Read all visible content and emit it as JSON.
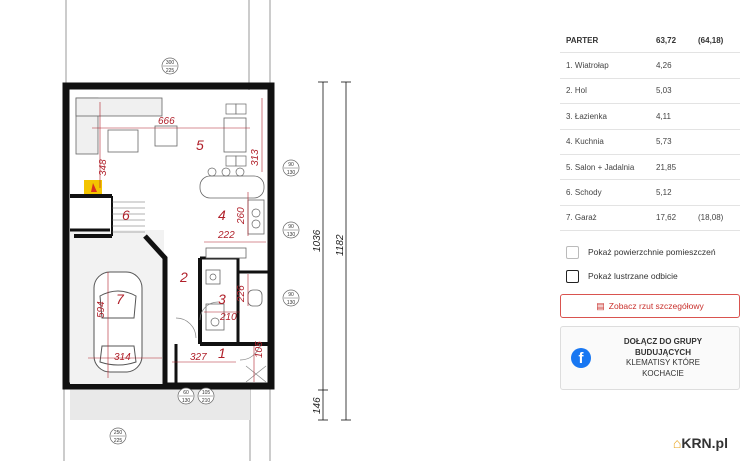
{
  "plan": {
    "room_numbers": [
      "5",
      "4",
      "6",
      "7",
      "2",
      "3",
      "1"
    ],
    "dims": {
      "d666": "666",
      "d348": "348",
      "d313": "313",
      "d260": "260",
      "d222": "222",
      "d226": "226",
      "d210": "210",
      "d594": "594",
      "d314": "314",
      "d327": "327",
      "d105": "105",
      "d1036": "1036",
      "d1182": "1182",
      "d146": "146"
    },
    "windows": {
      "w_top": [
        "300",
        "225"
      ],
      "w_r1": [
        "90",
        "130"
      ],
      "w_r2": [
        "90",
        "130"
      ],
      "w_r3": [
        "90",
        "130"
      ],
      "w_b1": [
        "60",
        "130"
      ],
      "w_b2": [
        "105",
        "210"
      ],
      "w_bottom": [
        "250",
        "225"
      ]
    }
  },
  "table": {
    "header": {
      "name": "PARTER",
      "area": "63,72",
      "extra": "(64,18)"
    },
    "rows": [
      {
        "name": "1. Wiatrołap",
        "area": "4,26",
        "extra": ""
      },
      {
        "name": "2. Hol",
        "area": "5,03",
        "extra": ""
      },
      {
        "name": "3. Łazienka",
        "area": "4,11",
        "extra": ""
      },
      {
        "name": "4. Kuchnia",
        "area": "5,73",
        "extra": ""
      },
      {
        "name": "5. Salon + Jadalnia",
        "area": "21,85",
        "extra": ""
      },
      {
        "name": "6. Schody",
        "area": "5,12",
        "extra": ""
      },
      {
        "name": "7. Garaż",
        "area": "17,62",
        "extra": "(18,08)"
      }
    ]
  },
  "options": {
    "show_areas": "Pokaż powierzchnie pomieszczeń",
    "mirror": "Pokaż lustrzane odbicie"
  },
  "detail_button": "Zobacz rzut szczegółowy",
  "facebook": {
    "line1": "DOŁĄCZ DO GRUPY",
    "line2": "BUDUJĄCYCH",
    "line3": "KLEMATISY KTÓRE",
    "line4": "KOCHACIE"
  },
  "brand": "KRN.pl",
  "colors": {
    "accent": "#c9302c",
    "facebook": "#1877f2",
    "wall": "#111111",
    "dim": "#b0202a"
  }
}
